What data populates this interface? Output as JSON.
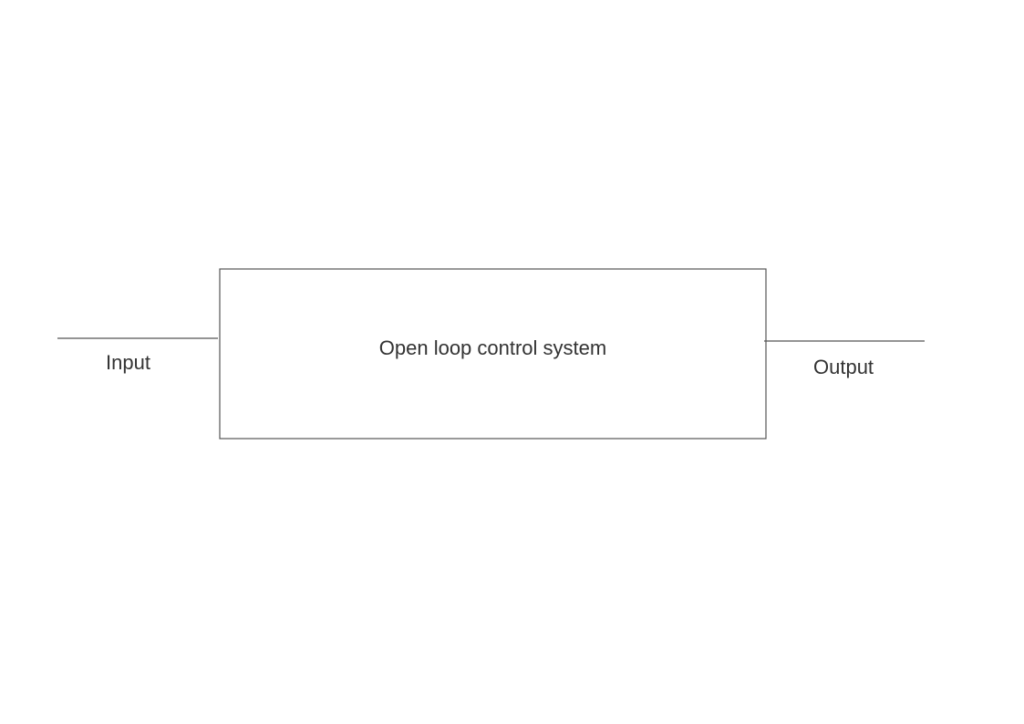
{
  "diagram": {
    "block": {
      "label": "Open loop control system"
    },
    "input": {
      "label": "Input"
    },
    "output": {
      "label": "Output"
    },
    "colors": {
      "line": "#555555",
      "text": "#333333",
      "background": "#ffffff"
    }
  }
}
